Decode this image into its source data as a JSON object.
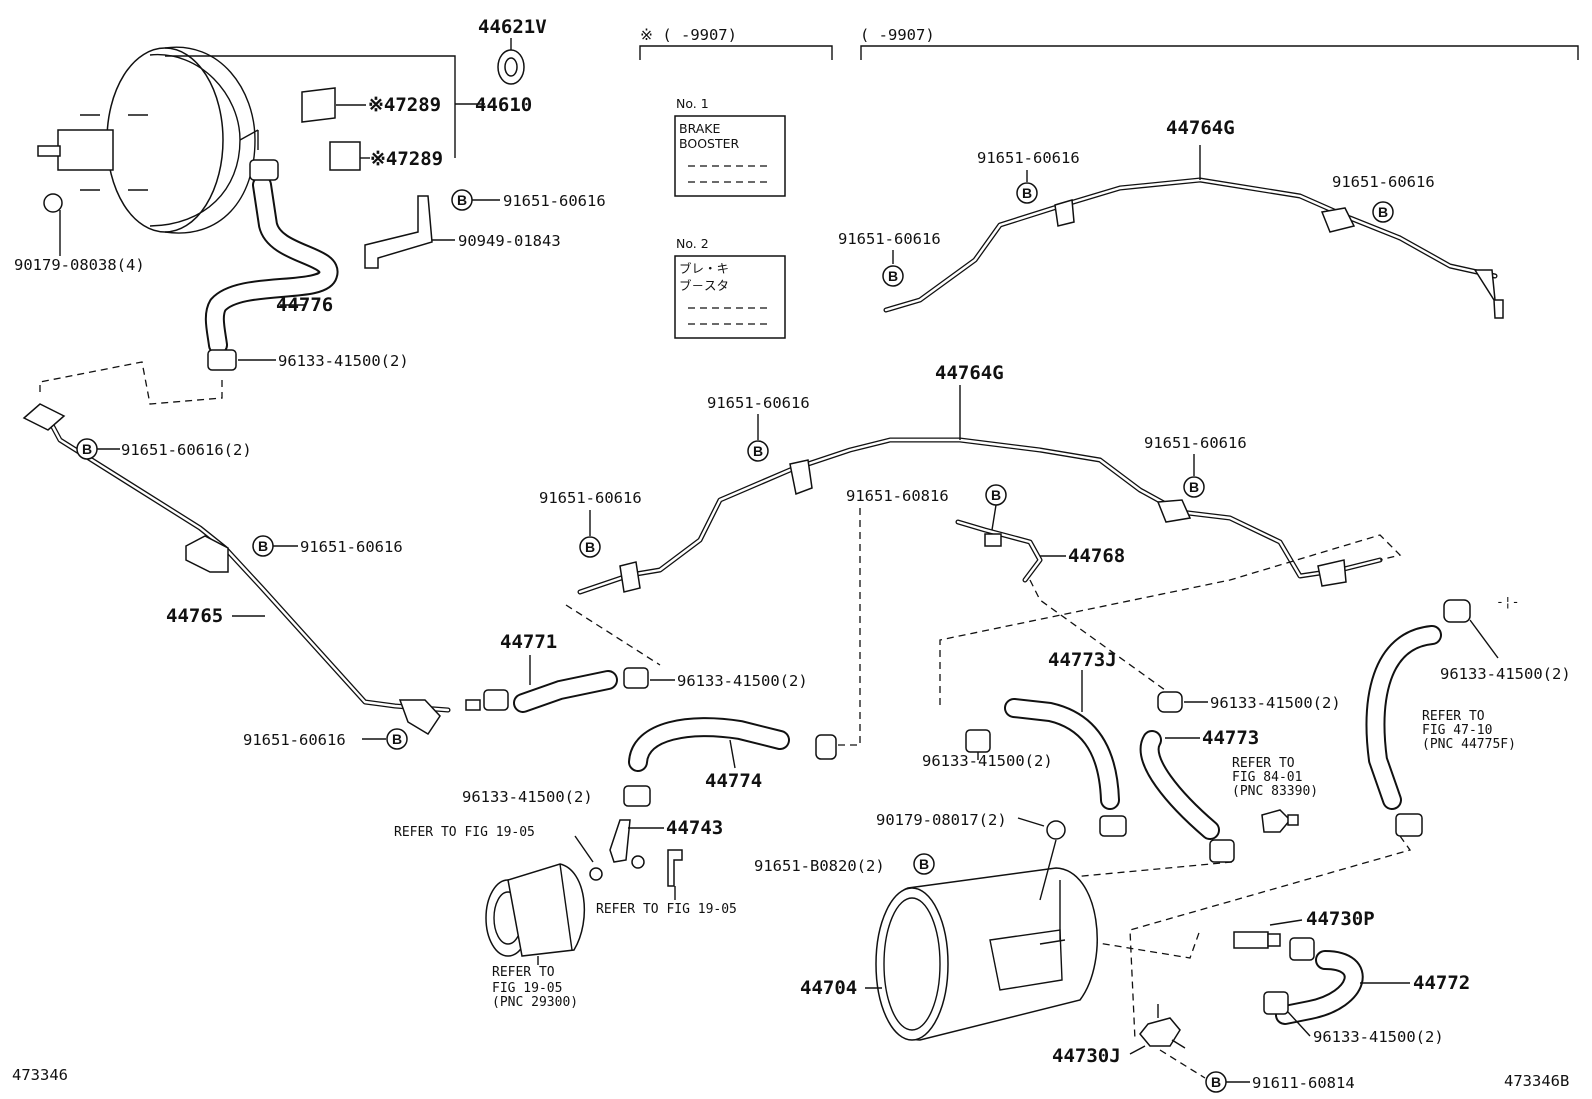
{
  "header": {
    "range_marked": "※ (     -9907)",
    "range_all": "(     -9907)"
  },
  "labels": {
    "nameplate1_title": "No. 1",
    "nameplate1_line1": "BRAKE",
    "nameplate1_line2": "BOOSTER",
    "nameplate2_title": "No. 2",
    "nameplate2_line1": "ブレ・キ",
    "nameplate2_line2": "ブ－スタ"
  },
  "parts": {
    "p44621V": "44621V",
    "p47289a": "※47289",
    "p44610": "44610",
    "p47289b": "※47289",
    "p90179_08038": "90179-08038(4)",
    "p91651_top": "91651-60616",
    "p90949": "90949-01843",
    "p44776": "44776",
    "p96133_a": "96133-41500(2)",
    "p91651_l1": "91651-60616(2)",
    "p91651_l2": "91651-60616",
    "p44765": "44765",
    "p91651_l3": "91651-60616",
    "p44771": "44771",
    "p96133_b": "96133-41500(2)",
    "p44764G_top": "44764G",
    "p91651_t1": "91651-60616",
    "p91651_t2": "91651-60616",
    "p91651_t3": "91651-60616",
    "p44764G_mid": "44764G",
    "p91651_m1": "91651-60616",
    "p91651_m2": "91651-60616",
    "p91651_m3": "91651-60616",
    "p91651_60816": "91651-60816",
    "p44768": "44768",
    "p44773J": "44773J",
    "p96133_c": "96133-41500(2)",
    "p44773": "44773",
    "p96133_d": "96133-41500(2)",
    "p96133_e": "96133-41500(2)",
    "p44774": "44774",
    "p96133_f": "96133-41500(2)",
    "p44743": "44743",
    "p90179_08017": "90179-08017(2)",
    "p91651_B0820": "91651-B0820(2)",
    "p44730P": "44730P",
    "p44772": "44772",
    "p44704": "44704",
    "p96133_g": "96133-41500(2)",
    "p44730J": "44730J",
    "p91611": "91611-60814"
  },
  "refs": {
    "r19_05a": "REFER TO FIG 19-05",
    "r19_05b": "REFER TO FIG 19-05",
    "r_alt_1": "REFER TO",
    "r_alt_2": "FIG 19-05",
    "r_alt_3": "(PNC 29300)",
    "r84_1": "REFER TO",
    "r84_2": "FIG 84-01",
    "r84_3": "(PNC 83390)",
    "r47_1": "REFER TO",
    "r47_2": "FIG 47-10",
    "r47_3": "(PNC 44775F)"
  },
  "bolt_marker": "B",
  "footer": {
    "left_code": "473346",
    "right_code": "473346B"
  }
}
